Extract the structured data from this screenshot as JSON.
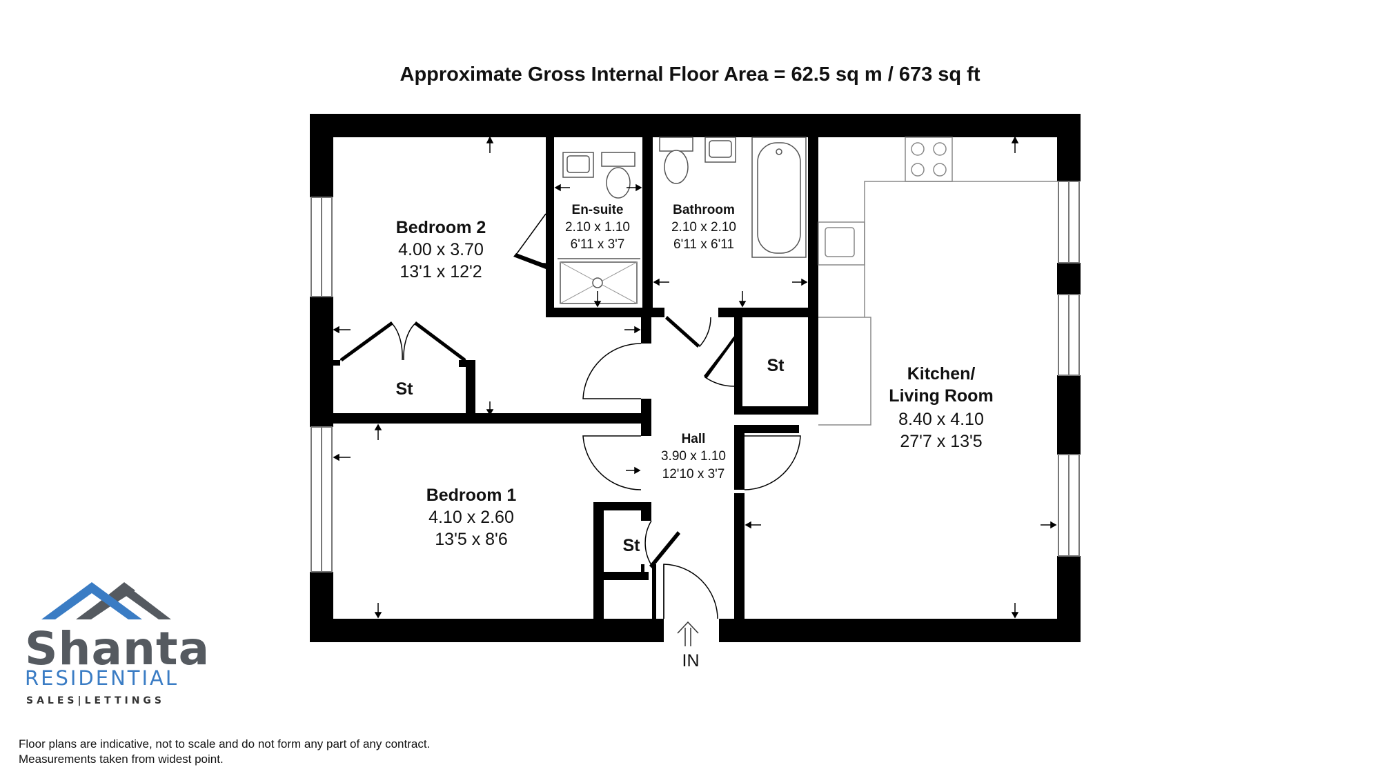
{
  "title": "Approximate Gross Internal Floor Area  = 62.5 sq m  / 673 sq ft",
  "rooms": {
    "bedroom2": {
      "name": "Bedroom 2",
      "metric": "4.00 x 3.70",
      "imperial": "13'1 x 12'2"
    },
    "ensuite": {
      "name": "En-suite",
      "metric": "2.10 x 1.10",
      "imperial": "6'11 x 3'7"
    },
    "bathroom": {
      "name": "Bathroom",
      "metric": "2.10 x 2.10",
      "imperial": "6'11 x 6'11"
    },
    "kitchen": {
      "name1": "Kitchen/",
      "name2": "Living Room",
      "metric": "8.40 x 4.10",
      "imperial": "27'7 x 13'5"
    },
    "hall": {
      "name": "Hall",
      "metric": "3.90 x 1.10",
      "imperial": "12'10 x 3'7"
    },
    "bedroom1": {
      "name": "Bedroom 1",
      "metric": "4.10 x 2.60",
      "imperial": "13'5 x 8'6"
    }
  },
  "storage_label": "St",
  "entrance_label": "IN",
  "logo": {
    "word": "Shanta",
    "sub": "RESIDENTIAL",
    "tag": "SALES|LETTINGS",
    "colors": {
      "roof_blue": "#3a7cc4",
      "roof_grey": "#555a60"
    }
  },
  "disclaimer": {
    "line1": "Floor plans are indicative, not to scale and do not form any part of any contract.",
    "line2": "Measurements taken from widest point."
  }
}
